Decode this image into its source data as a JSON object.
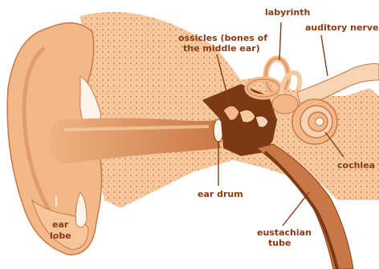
{
  "labels": {
    "labyrinth": "labyrinth",
    "auditory_nerve": "auditory nerve",
    "ossicles_line1": "ossicles (bones of",
    "ossicles_line2": "the middle ear)",
    "cochlea": "cochlea",
    "ear_drum": "ear drum",
    "eustachian_line1": "eustachian",
    "eustachian_line2": "tube",
    "ear_lobe_line1": "ear",
    "ear_lobe_line2": "lobe"
  },
  "colors": {
    "skin": "#f3b88a",
    "skin_light": "#f9d4b2",
    "skin_dark": "#c97845",
    "bone": "#f6c9a1",
    "bone_dots": "#d7905a",
    "canal": "#e09a62",
    "canal_dark": "#b6652d",
    "middle_ear": "#7c3a14",
    "label": "#8a3a12",
    "inner_white": "#fff4ea"
  }
}
